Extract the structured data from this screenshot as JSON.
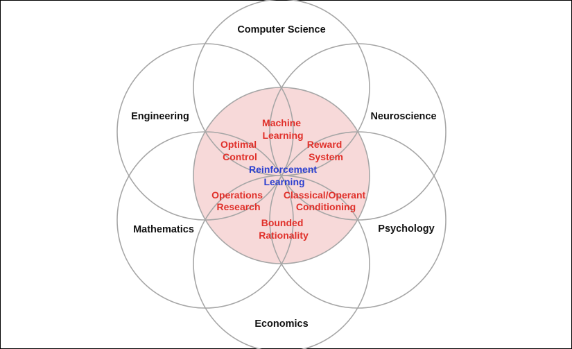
{
  "colors": {
    "circle_stroke": "#a6a6a6",
    "center_fill": "#f7d9d9",
    "field_text": "#111111",
    "subfield_text": "#e0302a",
    "core_text": "#2b3fcf"
  },
  "fields": {
    "computer_science": "Computer Science",
    "neuroscience": "Neuroscience",
    "psychology": "Psychology",
    "economics": "Economics",
    "mathematics": "Mathematics",
    "engineering": "Engineering"
  },
  "subfields": {
    "machine_learning": [
      "Machine",
      "Learning"
    ],
    "reward_system": [
      "Reward",
      "System"
    ],
    "classical_operant": [
      "Classical/Operant",
      "Conditioning"
    ],
    "bounded_rationality": [
      "Bounded",
      "Rationality"
    ],
    "operations_research": [
      "Operations",
      "Research"
    ],
    "optimal_control": [
      "Optimal",
      "Control"
    ]
  },
  "core": [
    "Reinforcement",
    "Learning"
  ]
}
